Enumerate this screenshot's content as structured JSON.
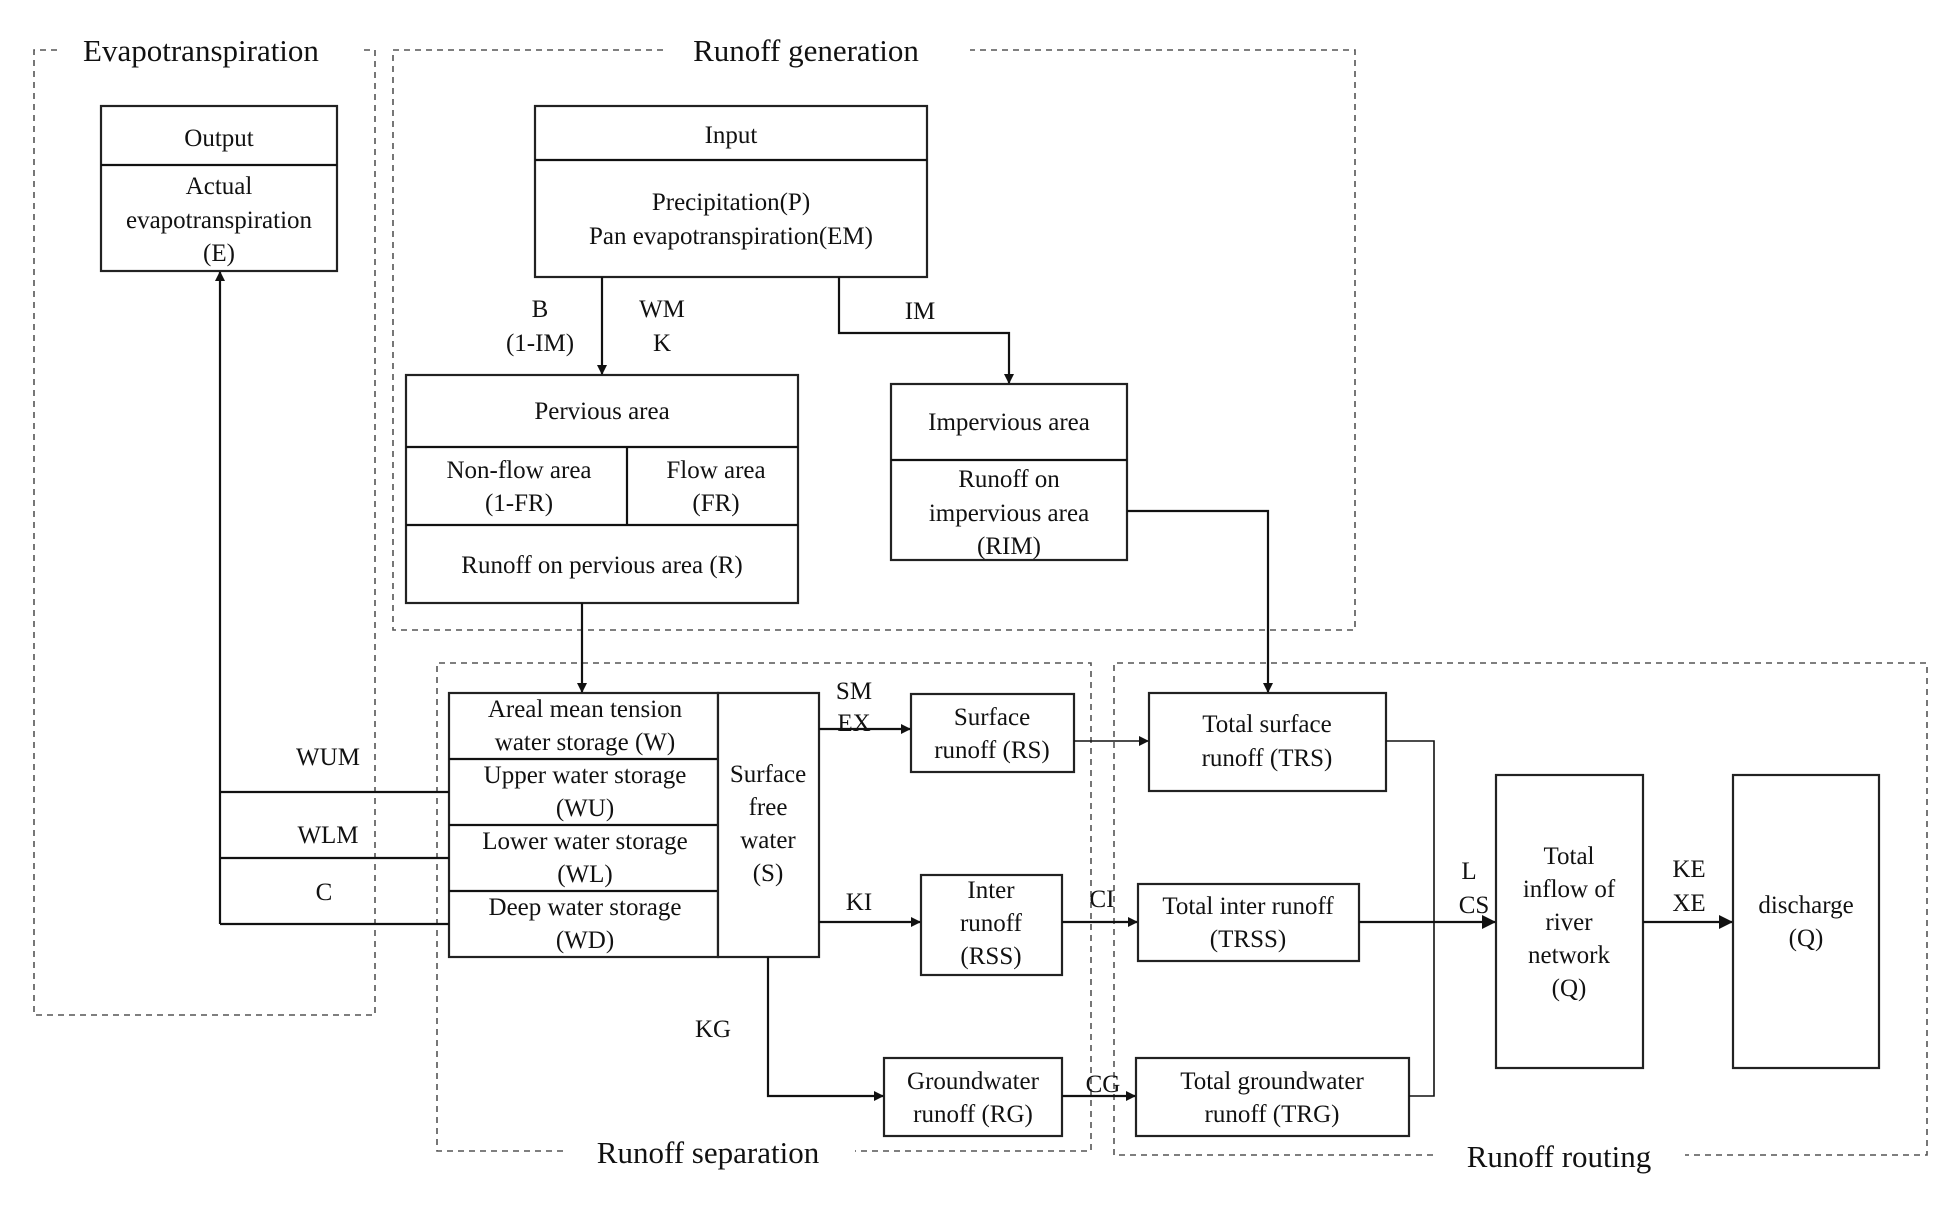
{
  "regions": {
    "evapotranspiration": "Evapotranspiration",
    "runoff_generation": "Runoff generation",
    "runoff_separation": "Runoff separation",
    "runoff_routing": "Runoff routing"
  },
  "output": {
    "header": "Output",
    "line1": "Actual",
    "line2": "evapotranspiration",
    "line3": "(E)"
  },
  "input": {
    "header": "Input",
    "line1": "Precipitation(P)",
    "line2": "Pan evapotranspiration(EM)"
  },
  "pervious": {
    "header": "Pervious area",
    "nonflow1": "Non-flow area",
    "nonflow2": "(1-FR)",
    "flow1": "Flow area",
    "flow2": "(FR)",
    "runoff": "Runoff on pervious area (R)"
  },
  "impervious": {
    "header": "Impervious area",
    "line1": "Runoff on",
    "line2": "impervious area",
    "line3": "(RIM)"
  },
  "storage": {
    "w1": "Areal mean tension",
    "w2": "water storage (W)",
    "wu1": "Upper water storage",
    "wu2": "(WU)",
    "wl1": "Lower water storage",
    "wl2": "(WL)",
    "wd1": "Deep water storage",
    "wd2": "(WD)"
  },
  "free_water": {
    "line1": "Surface",
    "line2": "free",
    "line3": "water",
    "line4": "(S)"
  },
  "surface_runoff": {
    "line1": "Surface",
    "line2": "runoff (RS)"
  },
  "inter_runoff": {
    "line1": "Inter",
    "line2": "runoff",
    "line3": "(RSS)"
  },
  "groundwater_runoff": {
    "line1": "Groundwater",
    "line2": "runoff (RG)"
  },
  "total_surface": {
    "line1": "Total surface",
    "line2": "runoff (TRS)"
  },
  "total_inter": {
    "line1": "Total inter runoff",
    "line2": "(TRSS)"
  },
  "total_groundwater": {
    "line1": "Total groundwater",
    "line2": "runoff (TRG)"
  },
  "total_inflow": {
    "line1": "Total",
    "line2": "inflow of",
    "line3": "river",
    "line4": "network",
    "line5": "(Q)"
  },
  "discharge": {
    "line1": "discharge",
    "line2": "(Q)"
  },
  "params": {
    "b": "B",
    "one_im": "(1-IM)",
    "wm": "WM",
    "k": "K",
    "im": "IM",
    "wum": "WUM",
    "wlm": "WLM",
    "c": "C",
    "sm": "SM",
    "ex": "EX",
    "ki": "KI",
    "kg": "KG",
    "ci": "CI",
    "cg": "CG",
    "l": "L",
    "cs": "CS",
    "ke": "KE",
    "xe": "XE"
  }
}
